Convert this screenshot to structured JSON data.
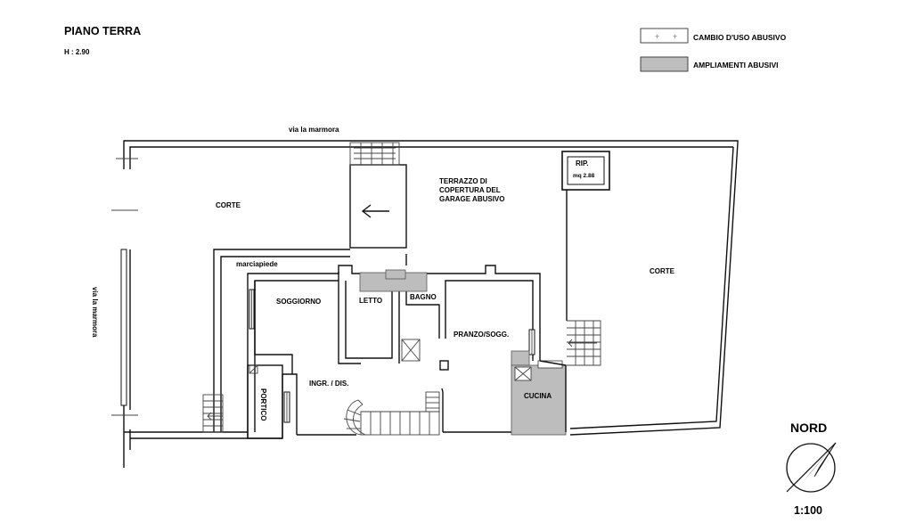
{
  "header": {
    "title": "PIANO TERRA",
    "height": "H : 2.90"
  },
  "legend": {
    "change_of_use": "CAMBIO D'USO ABUSIVO",
    "illegal_extensions": "AMPLIAMENTI ABUSIVI",
    "extension_color": "#bdbdbd"
  },
  "streets": {
    "top": "via la marmora",
    "left": "via la marmora"
  },
  "labels": {
    "corte_left": "CORTE",
    "corte_right": "CORTE",
    "terrace_line1": "TERRAZZO DI",
    "terrace_line2": "COPERTURA DEL",
    "terrace_line3": "GARAGE ABUSIVO",
    "storage": "RIP.",
    "storage_area": "mq 2.88",
    "sidewalk": "marciapiede",
    "living": "SOGGIORNO",
    "bedroom": "LETTO",
    "bathroom": "BAGNO",
    "dining": "PRANZO/SOGG.",
    "entrance": "INGR. / DIS.",
    "porch": "PORTICO",
    "kitchen": "CUCINA"
  },
  "north": {
    "label": "NORD",
    "scale": "1:100"
  }
}
